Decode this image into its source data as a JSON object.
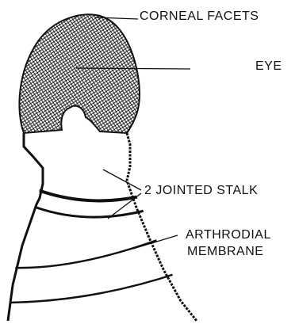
{
  "labels": {
    "corneal_facets": "CORNEAL FACETS",
    "eye": "EYE",
    "stalk": "2 JOINTED STALK",
    "arthrodial_line1": "ARTHRODIAL",
    "arthrodial_line2": "MEMBRANE"
  },
  "colors": {
    "ink": "#111111",
    "paper": "#ffffff"
  }
}
